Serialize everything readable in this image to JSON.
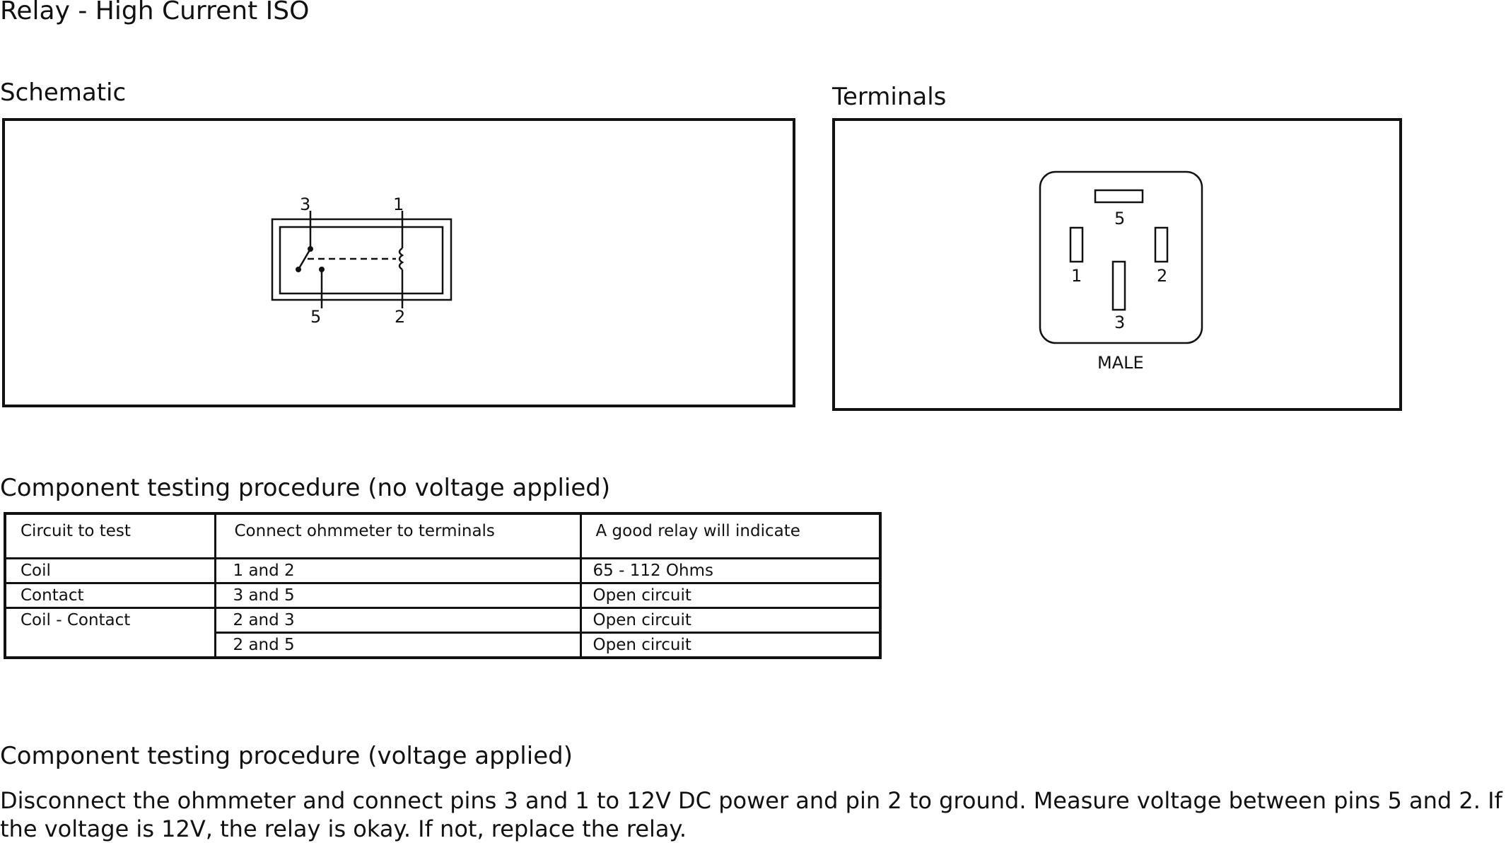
{
  "page": {
    "title": "Relay - High Current ISO"
  },
  "schematic": {
    "heading": "Schematic",
    "labels": {
      "pin_top_left": "3",
      "pin_top_right": "1",
      "pin_bottom_left": "5",
      "pin_bottom_right": "2"
    }
  },
  "terminals": {
    "heading": "Terminals",
    "labels": {
      "pin_5": "5",
      "pin_1": "1",
      "pin_2": "2",
      "pin_3": "3"
    },
    "connector_type": "MALE"
  },
  "test_no_voltage": {
    "heading": "Component testing procedure (no voltage applied)",
    "columns": [
      "Circuit to test",
      "Connect ohmmeter to terminals",
      "A good relay will indicate"
    ],
    "rows": [
      [
        "Coil",
        "1 and 2",
        "65 - 112 Ohms"
      ],
      [
        "Contact",
        "3 and 5",
        "Open circuit"
      ],
      [
        "Coil - Contact",
        "2 and 3",
        "Open circuit"
      ],
      [
        "",
        "2 and 5",
        "Open circuit"
      ]
    ]
  },
  "test_voltage": {
    "heading": "Component testing procedure (voltage applied)",
    "text": "Disconnect the ohmmeter and connect pins 3 and 1 to 12V DC power and pin 2 to ground. Measure voltage between pins 5 and 2. If the voltage is 12V, the relay is okay. If not, replace the relay."
  }
}
